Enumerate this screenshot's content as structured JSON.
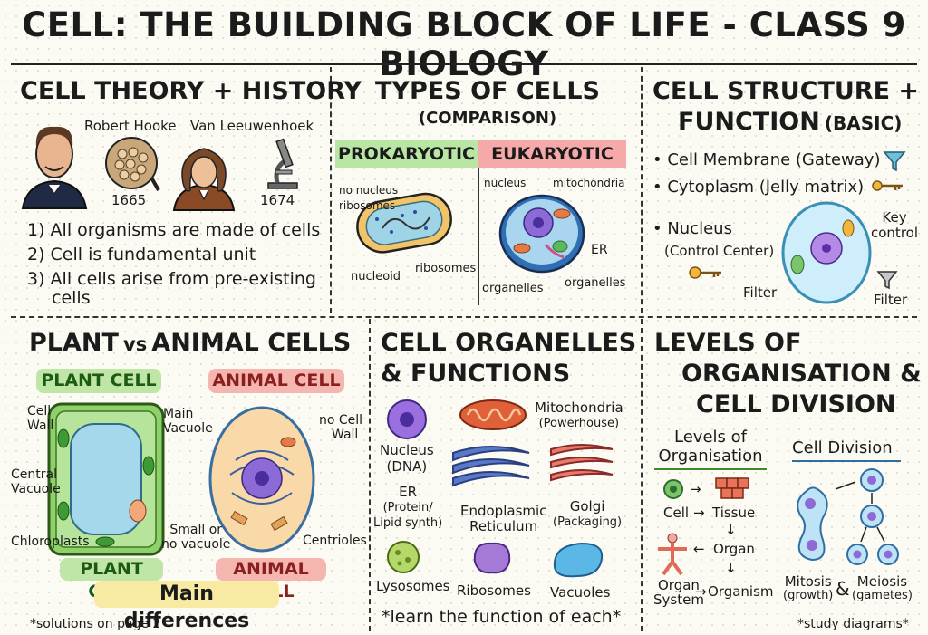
{
  "title": "CELL: THE BUILDING BLOCK OF LIFE - CLASS 9 BIOLOGY",
  "cell_theory": {
    "title": "CELL THEORY + HISTORY",
    "scientist1": "Robert Hooke",
    "scientist2": "Van Leeuwenhoek",
    "year1": "1665",
    "year2": "1674",
    "points": [
      "1) All organisms are made of cells",
      "2) Cell is fundamental unit",
      "3) All cells arise from pre-existing",
      "cells"
    ]
  },
  "types": {
    "title": "TYPES OF CELLS",
    "subtitle": "(COMPARISON)",
    "pro_header": "PROKARYOTIC",
    "eu_header": "EUKARYOTIC",
    "pro_labels": {
      "no_nucleus": "no nucleus",
      "ribosomes_top": "ribosomes",
      "nucleoid": "nucleoid",
      "ribosomes_bottom": "ribosomes"
    },
    "eu_labels": {
      "nucleus": "nucleus",
      "mitochondria": "mitochondria",
      "er": "ER",
      "organelles_left": "organelles",
      "organelles_right": "organelles"
    },
    "colors": {
      "pro": "#b9e6a4",
      "eu": "#f6a9a9"
    }
  },
  "structure": {
    "title_line1": "CELL STRUCTURE +",
    "title_line2": "FUNCTION",
    "title_basic": "(BASIC)",
    "membrane": "• Cell Membrane (Gateway)",
    "cytoplasm": "• Cytoplasm (Jelly matrix)",
    "nucleus": "• Nucleus",
    "control_center": "(Control Center)",
    "key_control": [
      "Key",
      "control"
    ],
    "filter_left": "Filter",
    "filter_right": "Filter"
  },
  "plant_animal": {
    "title_bold1": "PLANT",
    "title_vs": "vs",
    "title_bold2": "ANIMAL CELLS",
    "plant_pill": "PLANT CELL",
    "animal_pill": "ANIMAL CELL",
    "labels": {
      "cell_wall": [
        "Cell",
        "Wall"
      ],
      "main_vacuole": [
        "Main",
        "Vacuole"
      ],
      "central_vacuole": [
        "Central",
        "Vacuole"
      ],
      "chloroplasts": "Chloroplasts",
      "no_cell_wall": [
        "no Cell",
        "Wall"
      ],
      "small_vacuole": [
        "Small or",
        "no vacuole"
      ],
      "centrioles": "Centrioles"
    },
    "plant_pill2": "PLANT CELL",
    "animal_pill2": "ANIMAL CELL",
    "main_diff": "Main differences",
    "footnote": "*solutions on page 2"
  },
  "organelles": {
    "title_line1": "CELL ORGANELLES",
    "title_line2": "& FUNCTIONS",
    "nucleus": [
      "Nucleus",
      "(DNA)"
    ],
    "mito": [
      "Mitochondria",
      "(Powerhouse)"
    ],
    "er": [
      "ER",
      "(Protein/",
      "Lipid synth)"
    ],
    "endo": [
      "Endoplasmic",
      "Reticulum"
    ],
    "golgi": [
      "Golgi",
      "(Packaging)"
    ],
    "lysosomes": "Lysosomes",
    "ribosomes": "Ribosomes",
    "vacuoles": "Vacuoles",
    "footnote": "*learn the function of each*"
  },
  "levels": {
    "title": [
      "LEVELS OF",
      "ORGANISATION &",
      "CELL DIVISION"
    ],
    "sub_left": [
      "Levels of",
      "Organisation"
    ],
    "sub_right": "Cell Division",
    "cell": "Cell",
    "tissue": "Tissue",
    "organ": "Organ",
    "organ_system": [
      "Organ",
      "System"
    ],
    "organism": "Organism",
    "mitosis": [
      "Mitosis",
      "(growth)"
    ],
    "amp": "&",
    "meiosis": [
      "Meiosis",
      "(gametes)"
    ],
    "footnote": "*study diagrams*"
  }
}
